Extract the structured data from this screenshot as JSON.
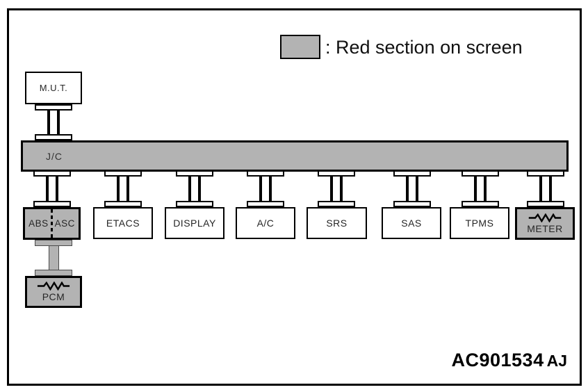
{
  "legend": {
    "text": ": Red section on screen"
  },
  "colors": {
    "highlight_gray": "#b3b3b3",
    "line_black": "#000000"
  },
  "diagram": {
    "tester": {
      "label": "M.U.T."
    },
    "junction": {
      "label": "J/C"
    },
    "modules": [
      {
        "label_left": "ABS",
        "label_right": "ASC",
        "highlighted": true
      },
      {
        "label": "ETACS",
        "highlighted": false
      },
      {
        "label": "DISPLAY",
        "highlighted": false
      },
      {
        "label": "A/C",
        "highlighted": false
      },
      {
        "label": "SRS",
        "highlighted": false
      },
      {
        "label": "SAS",
        "highlighted": false
      },
      {
        "label": "TPMS",
        "highlighted": false
      },
      {
        "label": "METER",
        "highlighted": true,
        "has_resistor": true
      }
    ],
    "pcm": {
      "label": "PCM",
      "highlighted": true,
      "has_resistor": true
    }
  },
  "figure_code": {
    "id": "AC901534",
    "suffix": "AJ"
  }
}
